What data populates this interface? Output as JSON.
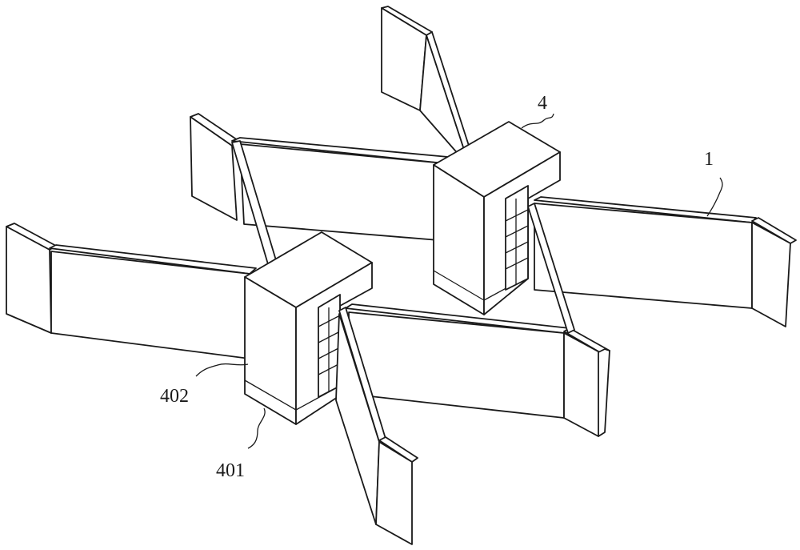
{
  "labels": {
    "box": "4",
    "blade": "1",
    "box_body": "402",
    "box_base": "401"
  }
}
